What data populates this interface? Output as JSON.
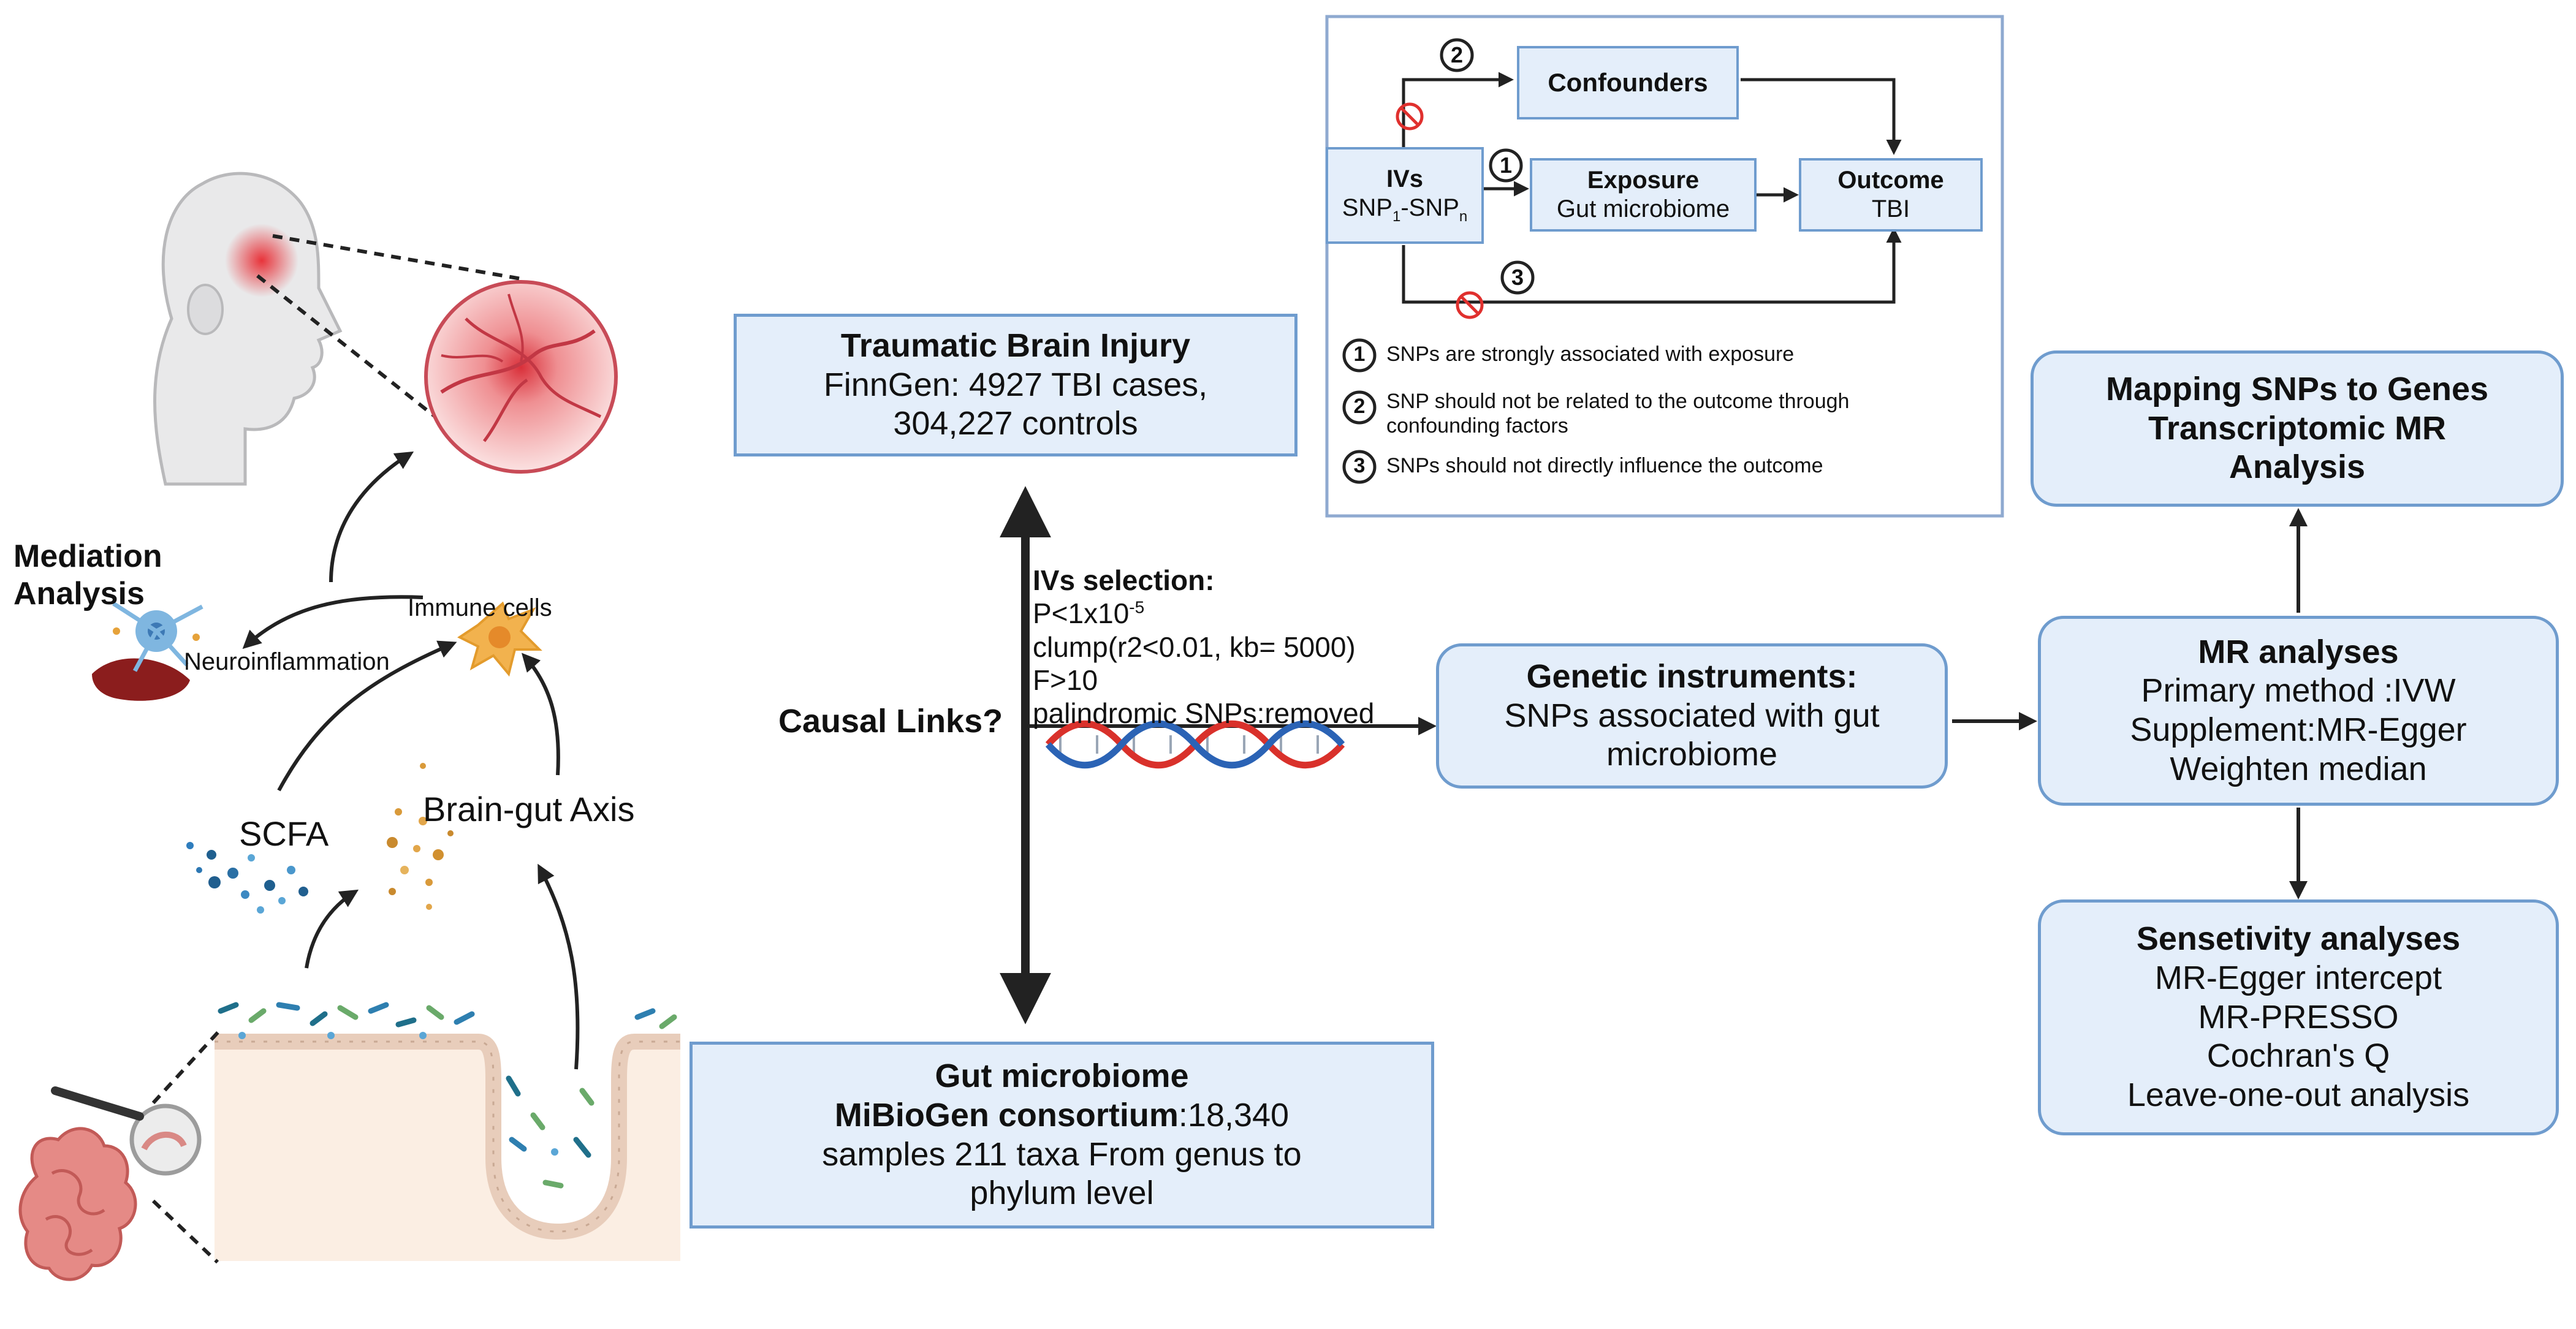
{
  "left_panel": {
    "mediation_title": [
      "Mediation",
      "Analysis"
    ],
    "immune_cells": "Immune cells",
    "neuroinflammation": "Neuroinflammation",
    "scfa": "SCFA",
    "brain_gut_axis": "Brain-gut Axis"
  },
  "center": {
    "tbi_box": {
      "title": "Traumatic Brain Injury",
      "line1": "FinnGen: 4927 TBI cases,",
      "line2": "304,227 controls"
    },
    "causal_links": "Causal Links?",
    "iv_selection": {
      "title": "IVs selection:",
      "p_prefix": "P<1x10",
      "p_exp": "-5",
      "clump": "clump(r2<0.01, kb= 5000)",
      "f": "F>10",
      "palindromic": "palindromic SNPs:removed"
    },
    "microbiome_box": {
      "title": "Gut microbiome",
      "line2_bold": "MiBioGen consortium",
      "line2_rest": ":18,340",
      "line3": "samples 211 taxa From genus to",
      "line4": "phylum level"
    },
    "genetic_box": {
      "title": "Genetic instruments:",
      "line1": "SNPs associated with gut",
      "line2": "microbiome"
    }
  },
  "assumptions_panel": {
    "confounders": "Confounders",
    "ivs_title": "IVs",
    "ivs_snp": "SNP",
    "ivs_sub1": "1",
    "ivs_dash": "-SNP",
    "ivs_subn": "n",
    "exposure_title": "Exposure",
    "exposure_sub": "Gut microbiome",
    "outcome_title": "Outcome",
    "outcome_sub": "TBI",
    "marker_1": "1",
    "marker_2": "2",
    "marker_3": "3",
    "legend": [
      {
        "num": "1",
        "text": "SNPs are strongly associated with exposure"
      },
      {
        "num": "2",
        "text": "SNP should not be related to the outcome through",
        "text2": "confounding factors"
      },
      {
        "num": "3",
        "text": "SNPs should not directly influence the outcome"
      }
    ]
  },
  "right": {
    "mapping_box": [
      "Mapping SNPs to Genes",
      "Transcriptomic MR",
      "Analysis"
    ],
    "mr_box": {
      "title": "MR analyses",
      "line1": "Primary method :IVW",
      "line2": "Supplement:MR-Egger",
      "line3": "Weighten median"
    },
    "sens_box": {
      "title": "Sensetivity analyses",
      "line1": "MR-Egger intercept",
      "line2": "MR-PRESSO",
      "line3": "Cochran's Q",
      "line4": "Leave-one-out analysis"
    }
  },
  "colors": {
    "box_fill": "#e4eefa",
    "box_border": "#6f9cce",
    "arrow": "#222222",
    "dna_red": "#d9312b",
    "dna_blue": "#2b63b5",
    "skin": "#f7e7d9",
    "gut": "#e58a86"
  }
}
